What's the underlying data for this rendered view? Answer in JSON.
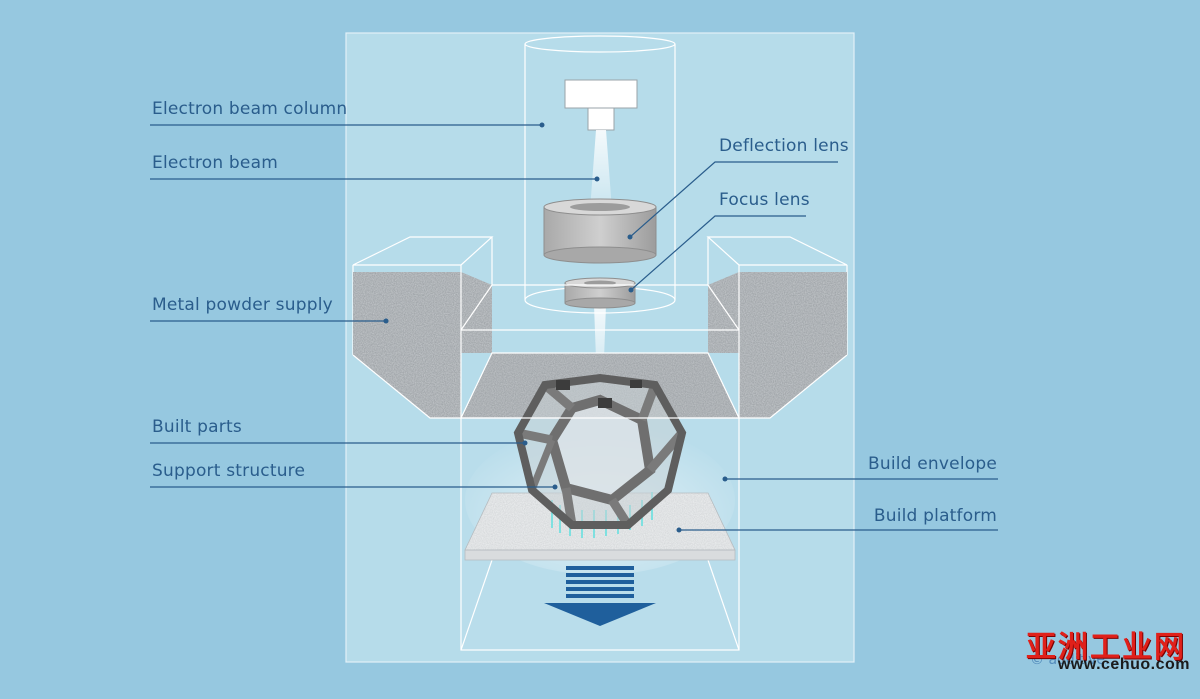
{
  "labels": {
    "electron_beam_column": "Electron beam column",
    "electron_beam": "Electron beam",
    "deflection_lens": "Deflection lens",
    "focus_lens": "Focus lens",
    "metal_powder_supply": "Metal powder supply",
    "built_parts": "Built parts",
    "support_structure": "Support structure",
    "build_envelope": "Build envelope",
    "build_platform": "Build platform"
  },
  "watermark": {
    "site_name": "亚洲工业网",
    "site_url": "www.cehuo.com",
    "credit": "© additive..."
  },
  "colors": {
    "background": "#96c8e0",
    "panel": "#b6dcea",
    "label_text": "#2a5d8c",
    "leader_line": "#2a5d8c",
    "arrow": "#1f5f9c",
    "lens_gray": "#b9b9b9",
    "powder": "#cfd3d6",
    "watermark_red": "#e0201a"
  }
}
